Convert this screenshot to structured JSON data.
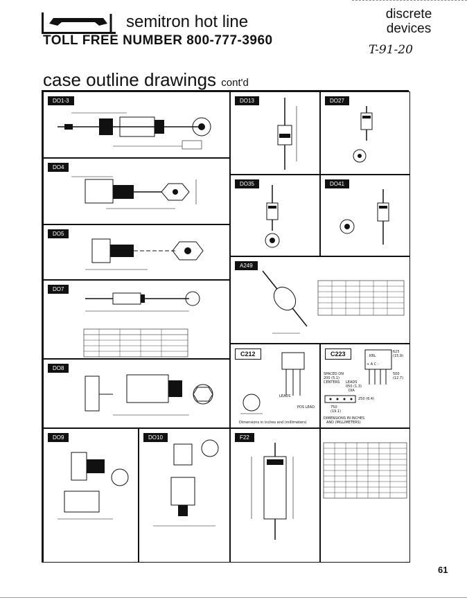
{
  "header": {
    "hotline_title": "semitron hot line",
    "toll_free": "TOLL FREE NUMBER 800-777-3960",
    "category_line1": "discrete",
    "category_line2": "devices",
    "handwritten_note": "T-91-20"
  },
  "section": {
    "title": "case outline drawings",
    "suffix": "cont'd"
  },
  "panels": {
    "do13": "DO13",
    "do1_3": "DO1-3",
    "do27": "DO27",
    "do4": "DO4",
    "do35": "DO35",
    "do41": "DO41",
    "do5": "DO5",
    "a249": "A249",
    "do7": "DO7",
    "c212": "C212",
    "c223": "C223",
    "do8": "DO8",
    "do9": "DO9",
    "do10": "DO10",
    "f22": "F22"
  },
  "c223_notes": {
    "spacing": "SPACED ON",
    "spacing_value": "200 (5.1)",
    "centers": "CENTERS",
    "leads": "LEADS",
    "lead_dia": "050 (1.3)",
    "dia": "DIA",
    "dims": "DIMENSIONS IN INCHES",
    "mm": "AND (MILLIMETERS)",
    "kbl": "KBL",
    "ac": "+ A C -",
    "dim1": "625 (15.9)",
    "dim2": "500 (12.7)",
    "dim3": "250 (6.4)",
    "dim4": "750",
    "dim5": "(19.1)"
  },
  "c212_notes": {
    "caption": "Dimensions in inches and (millimeters)",
    "leads": "LEADS",
    "pos": "POS LEAD"
  },
  "page_number": "61"
}
